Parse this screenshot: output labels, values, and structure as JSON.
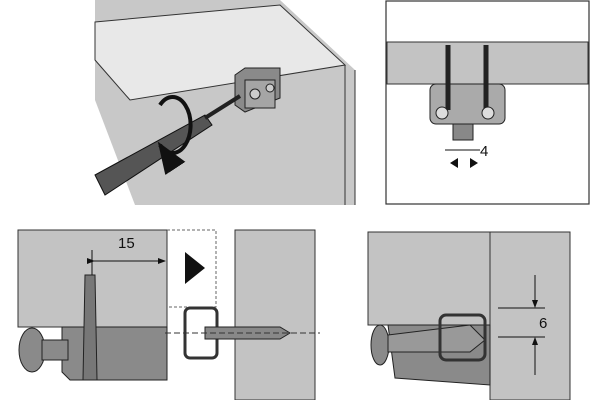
{
  "steps": {
    "step1": {
      "title": "screw-in-connector"
    },
    "step2": {
      "dimension": "4"
    },
    "step3": {
      "dimension": "15"
    },
    "step4": {
      "dimension": "6"
    }
  },
  "colors": {
    "board": "#c3c3c3",
    "board_light": "#e6e6e6",
    "part": "#7a7a7a",
    "line": "#222222"
  }
}
